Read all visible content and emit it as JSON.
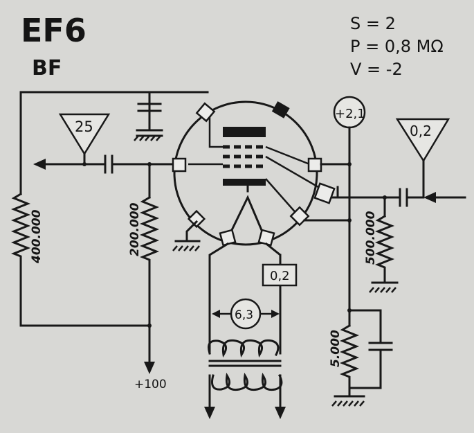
{
  "title": "EF6",
  "subtitle": "BF",
  "params": {
    "s": "S = 2",
    "p": "P = 0,8 MΩ",
    "v": "V = -2"
  },
  "labels": {
    "input_gain": "25",
    "output_gain": "0,2",
    "screen_voltage": "+2,1",
    "heater_current": "0,2",
    "heater_voltage": "6,3",
    "supply": "+100",
    "r_feedback": "400.000",
    "r_grid": "200.000",
    "r_output": "500.000",
    "r_cathode": "5.000"
  }
}
